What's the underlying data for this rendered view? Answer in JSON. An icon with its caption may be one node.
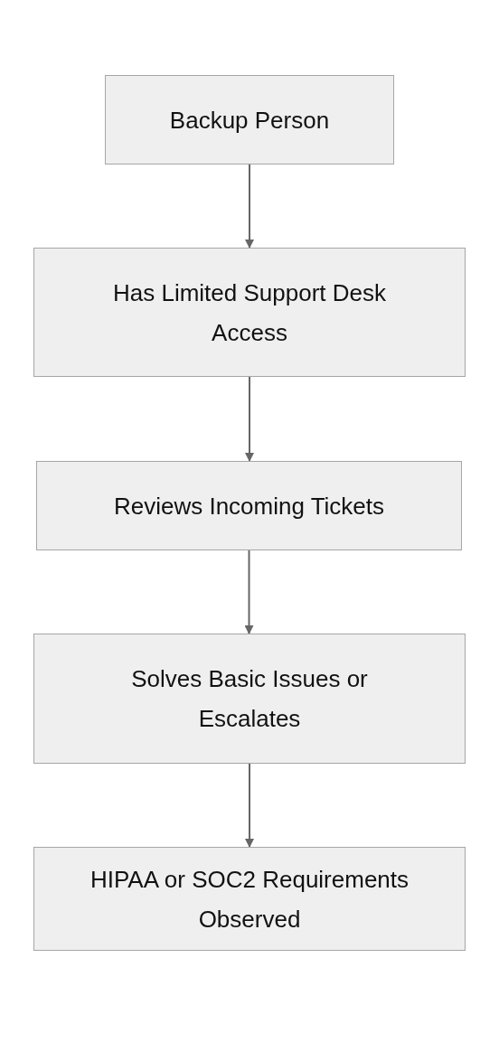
{
  "diagram": {
    "nodes": [
      {
        "text": [
          "Backup Person"
        ]
      },
      {
        "text": [
          "Has Limited Support Desk Access"
        ]
      },
      {
        "text": [
          "Reviews Incoming Tickets"
        ]
      },
      {
        "text": [
          "Solves Basic Issues or Escalates"
        ]
      },
      {
        "text": [
          "HIPAA or SOC2 Requirements Observed"
        ]
      }
    ],
    "edges": [
      {
        "from": 0,
        "to": 1,
        "arrow": "to"
      },
      {
        "from": 1,
        "to": 2,
        "arrow": "to"
      },
      {
        "from": 2,
        "to": 3,
        "arrow": "to"
      },
      {
        "from": 3,
        "to": 4,
        "arrow": "to"
      }
    ]
  }
}
